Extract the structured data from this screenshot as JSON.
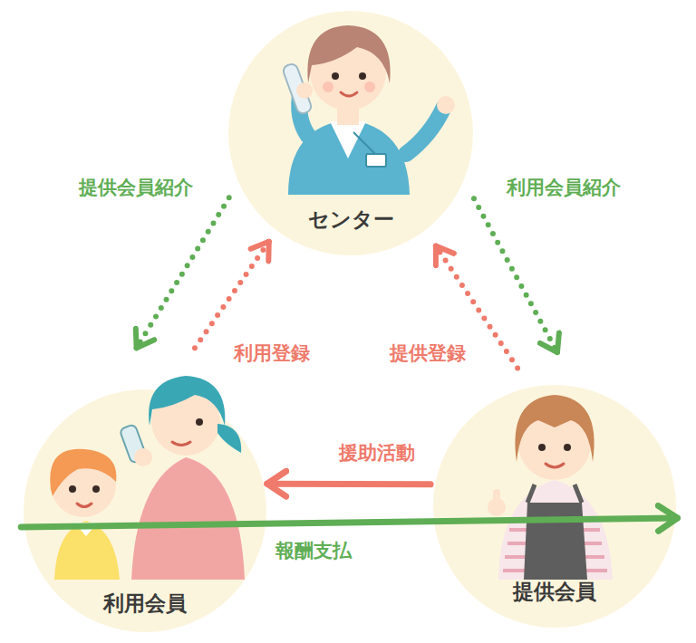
{
  "diagram": {
    "nodes": [
      {
        "text": [
          "センター"
        ]
      },
      {
        "text": [
          "利用会員"
        ]
      },
      {
        "text": [
          "提供会員"
        ]
      }
    ],
    "edges": [
      {
        "from": 0,
        "to": 1,
        "arrow": "to",
        "label": "提供会員紹介"
      },
      {
        "from": 1,
        "to": 0,
        "arrow": "to",
        "label": "利用登録"
      },
      {
        "from": 0,
        "to": 2,
        "arrow": "to",
        "label": "利用会員紹介"
      },
      {
        "from": 2,
        "to": 0,
        "arrow": "to",
        "label": "提供登録"
      },
      {
        "from": 2,
        "to": 1,
        "arrow": "to",
        "label": "援助活動"
      },
      {
        "from": 1,
        "to": 2,
        "arrow": "to",
        "label": "報酬支払"
      }
    ]
  }
}
